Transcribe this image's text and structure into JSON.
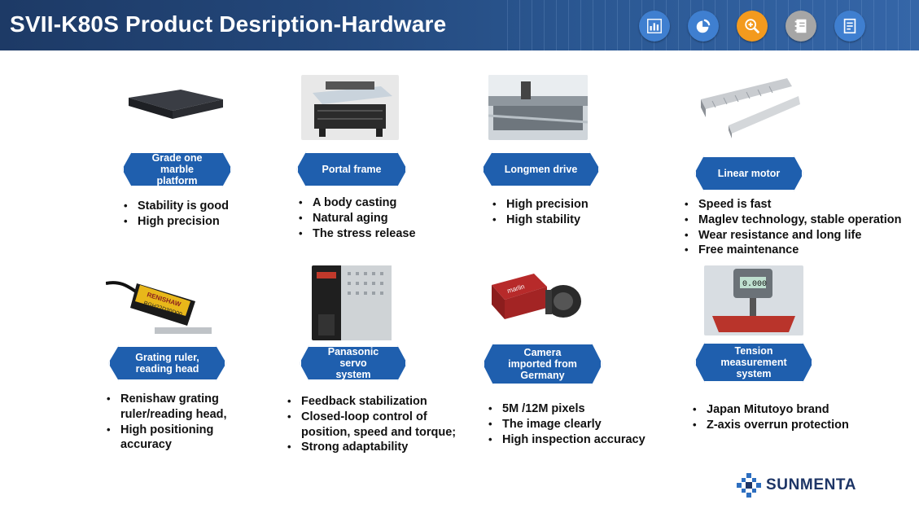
{
  "header": {
    "title": "SVII-K80S Product Desription-Hardware",
    "icons": [
      {
        "name": "bar-chart-icon",
        "color": "#3f7fd0"
      },
      {
        "name": "pie-chart-icon",
        "color": "#3f7fd0"
      },
      {
        "name": "zoom-in-icon",
        "color": "#f39a1e"
      },
      {
        "name": "notebook-icon",
        "color": "#a6a6a6"
      },
      {
        "name": "checklist-icon",
        "color": "#3f7fd0"
      }
    ]
  },
  "items": [
    {
      "label": "Grade one marble\nplatform",
      "bullets": [
        "Stability is good",
        "High precision"
      ]
    },
    {
      "label": "Portal frame",
      "bullets": [
        "A body casting",
        "Natural aging",
        "The stress release"
      ]
    },
    {
      "label": "Longmen drive",
      "bullets": [
        "High precision",
        "High stability"
      ]
    },
    {
      "label": "Linear motor",
      "bullets": [
        "Speed is fast",
        "Maglev technology, stable operation",
        "Wear resistance and long life",
        "Free maintenance"
      ]
    },
    {
      "label": "Grating ruler,\nreading head",
      "bullets": [
        "Renishaw grating ruler/reading head,",
        "High positioning accuracy"
      ]
    },
    {
      "label": "Panasonic servo\nsystem",
      "bullets": [
        "Feedback stabilization",
        "Closed-loop control of position, speed and torque;",
        "Strong adaptability"
      ]
    },
    {
      "label": "Camera\nimported from\nGermany",
      "bullets": [
        "5M /12M pixels",
        "The image clearly",
        "High inspection accuracy"
      ]
    },
    {
      "label": "Tension\nmeasurement\nsystem",
      "bullets": [
        "Japan Mitutoyo brand",
        "Z-axis overrun protection"
      ]
    }
  ],
  "photos": {
    "grating_brand": "RENISHAW",
    "grating_model": "RGH22D30D00",
    "camera_brand": "marlin",
    "gauge_readout": "0.000"
  },
  "logo": {
    "text": "SUNMENTA"
  }
}
